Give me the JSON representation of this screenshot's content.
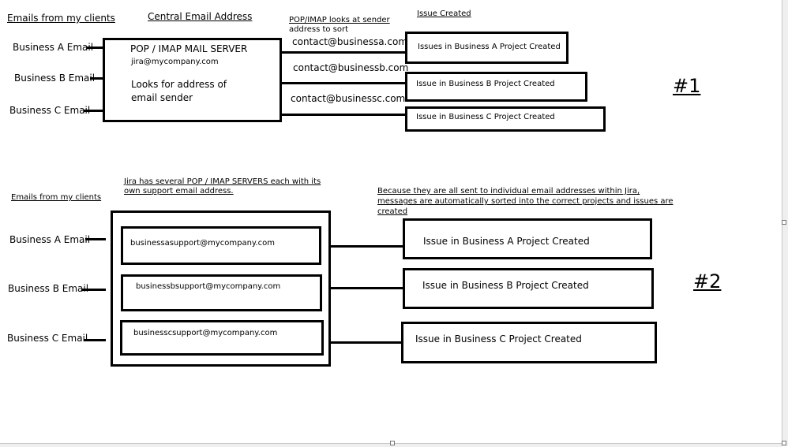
{
  "d1": {
    "header_clients": "Emails from my clients",
    "header_central": "Central Email Address",
    "header_sort_l1": "POP/IMAP looks at sender",
    "header_sort_l2": "address to sort",
    "header_issue": "Issue Created",
    "client_a": "Business A Email",
    "client_b": "Business B Email",
    "client_c": "Business C Email",
    "server_title": "POP / IMAP MAIL SERVER",
    "server_address": "jira@mycompany.com",
    "server_desc_l1": "Looks for address of",
    "server_desc_l2": "email sender",
    "contact_a": "contact@businessa.com",
    "contact_b": "contact@businessb.com",
    "contact_c": "contact@businessc.com",
    "issue_a": "Issues in Business A Project Created",
    "issue_b": "Issue in Business B Project Created",
    "issue_c": "Issue in Business C Project Created",
    "label": "#1"
  },
  "d2": {
    "header_clients": "Emails from my clients",
    "header_servers_l1": "Jira has several POP / IMAP SERVERS each with its",
    "header_servers_l2": "own support email address.",
    "header_note_l1": "Because they are all sent to individual email addresses within Jira,",
    "header_note_l2": "messages are automatically sorted into the correct projects and issues are",
    "header_note_l3": "created",
    "client_a": "Business A Email",
    "client_b": "Business B Email",
    "client_c": "Business C Email",
    "support_a": "businessasupport@mycompany.com",
    "support_b": "businessbsupport@mycompany.com",
    "support_c": "businesscsupport@mycompany.com",
    "issue_a": "Issue in Business A Project Created",
    "issue_b": "Issue in Business B Project Created",
    "issue_c": "Issue in Business C Project Created",
    "label": "#2"
  }
}
